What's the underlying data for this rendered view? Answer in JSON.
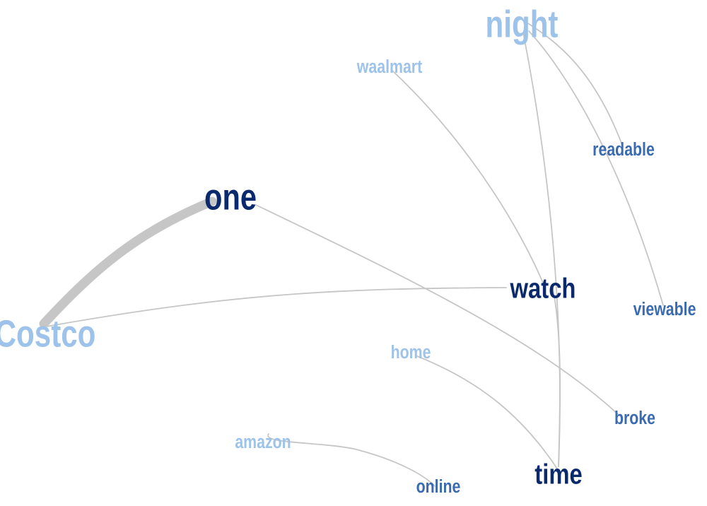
{
  "colors": {
    "light": "#9dc3ea",
    "medium": "#3a6aaf",
    "dark": "#0b2a6e",
    "edge": "#c6c6c6"
  },
  "nodes": [
    {
      "id": "costco",
      "label": "Costco",
      "tone": "light"
    },
    {
      "id": "one",
      "label": "one",
      "tone": "dark"
    },
    {
      "id": "night",
      "label": "night",
      "tone": "light"
    },
    {
      "id": "waalmart",
      "label": "waalmart",
      "tone": "light"
    },
    {
      "id": "readable",
      "label": "readable",
      "tone": "medium"
    },
    {
      "id": "watch",
      "label": "watch",
      "tone": "dark"
    },
    {
      "id": "viewable",
      "label": "viewable",
      "tone": "medium"
    },
    {
      "id": "home",
      "label": "home",
      "tone": "light"
    },
    {
      "id": "broke",
      "label": "broke",
      "tone": "medium"
    },
    {
      "id": "amazon",
      "label": "amazon",
      "tone": "light"
    },
    {
      "id": "online",
      "label": "online",
      "tone": "medium"
    },
    {
      "id": "time",
      "label": "time",
      "tone": "dark"
    }
  ],
  "edges": [
    {
      "source": "costco",
      "target": "one",
      "strength": "strong"
    },
    {
      "source": "costco",
      "target": "watch",
      "strength": "weak"
    },
    {
      "source": "one",
      "target": "broke",
      "strength": "weak"
    },
    {
      "source": "night",
      "target": "readable",
      "strength": "weak"
    },
    {
      "source": "night",
      "target": "viewable",
      "strength": "weak"
    },
    {
      "source": "night",
      "target": "time",
      "strength": "weak"
    },
    {
      "source": "waalmart",
      "target": "watch",
      "strength": "weak"
    },
    {
      "source": "watch",
      "target": "time",
      "strength": "weak"
    },
    {
      "source": "home",
      "target": "time",
      "strength": "weak"
    },
    {
      "source": "amazon",
      "target": "online",
      "strength": "weak"
    }
  ]
}
